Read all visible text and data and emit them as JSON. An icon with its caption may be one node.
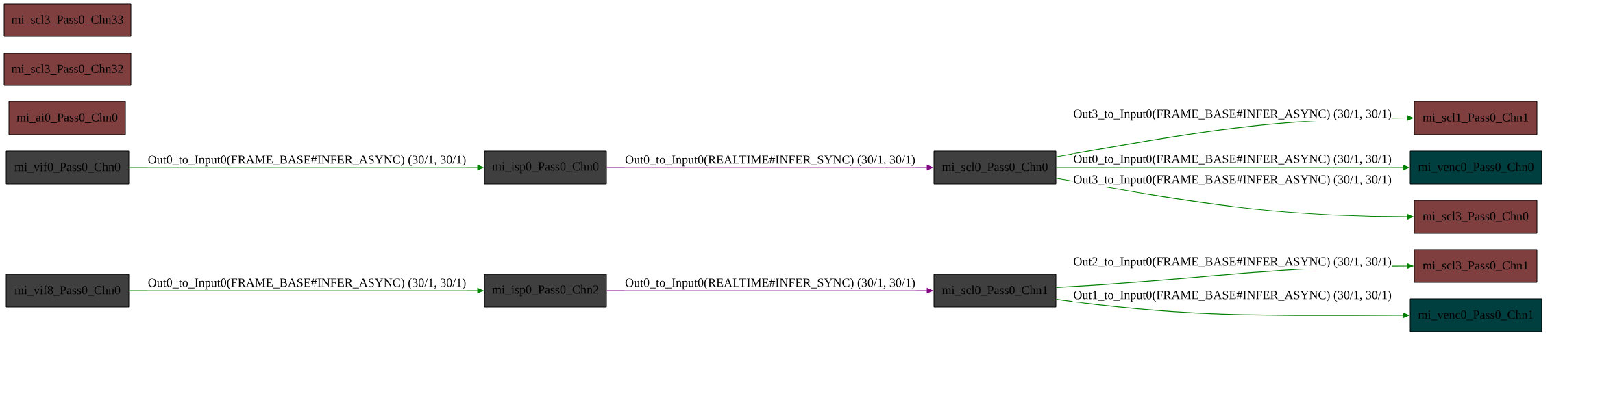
{
  "diagram": {
    "nodes": [
      {
        "text": [
          "mi_scl3_Pass0_Chn33"
        ]
      },
      {
        "text": [
          "mi_scl3_Pass0_Chn32"
        ]
      },
      {
        "text": [
          "mi_ai0_Pass0_Chn0"
        ]
      },
      {
        "text": [
          "mi_vif0_Pass0_Chn0"
        ]
      },
      {
        "text": [
          "mi_isp0_Pass0_Chn0"
        ]
      },
      {
        "text": [
          "mi_scl0_Pass0_Chn0"
        ]
      },
      {
        "text": [
          "mi_scl1_Pass0_Chn1"
        ]
      },
      {
        "text": [
          "mi_venc0_Pass0_Chn0"
        ]
      },
      {
        "text": [
          "mi_scl3_Pass0_Chn0"
        ]
      },
      {
        "text": [
          "mi_vif8_Pass0_Chn0"
        ]
      },
      {
        "text": [
          "mi_isp0_Pass0_Chn2"
        ]
      },
      {
        "text": [
          "mi_scl0_Pass0_Chn1"
        ]
      },
      {
        "text": [
          "mi_scl3_Pass0_Chn1"
        ]
      },
      {
        "text": [
          "mi_venc0_Pass0_Chn1"
        ]
      }
    ],
    "edges": [
      {
        "from": 3,
        "to": 4,
        "arrow": "to",
        "label": "Out0_to_Input0(FRAME_BASE#INFER_ASYNC) (30/1, 30/1)"
      },
      {
        "from": 4,
        "to": 5,
        "arrow": "to",
        "label": "Out0_to_Input0(REALTIME#INFER_SYNC) (30/1, 30/1)",
        "color": "#800080"
      },
      {
        "from": 5,
        "to": 6,
        "arrow": "to",
        "label": "Out3_to_Input0(FRAME_BASE#INFER_ASYNC) (30/1, 30/1)"
      },
      {
        "from": 5,
        "to": 7,
        "arrow": "to",
        "label": "Out0_to_Input0(FRAME_BASE#INFER_ASYNC) (30/1, 30/1)"
      },
      {
        "from": 5,
        "to": 8,
        "arrow": "to",
        "label": "Out3_to_Input0(FRAME_BASE#INFER_ASYNC) (30/1, 30/1)"
      },
      {
        "from": 9,
        "to": 10,
        "arrow": "to",
        "label": "Out0_to_Input0(FRAME_BASE#INFER_ASYNC) (30/1, 30/1)"
      },
      {
        "from": 10,
        "to": 11,
        "arrow": "to",
        "label": "Out0_to_Input0(REALTIME#INFER_SYNC) (30/1, 30/1)",
        "color": "#800080"
      },
      {
        "from": 11,
        "to": 12,
        "arrow": "to",
        "label": "Out2_to_Input0(FRAME_BASE#INFER_ASYNC) (30/1, 30/1)"
      },
      {
        "from": 11,
        "to": 13,
        "arrow": "to",
        "label": "Out1_to_Input0(FRAME_BASE#INFER_ASYNC) (30/1, 30/1)"
      }
    ]
  }
}
